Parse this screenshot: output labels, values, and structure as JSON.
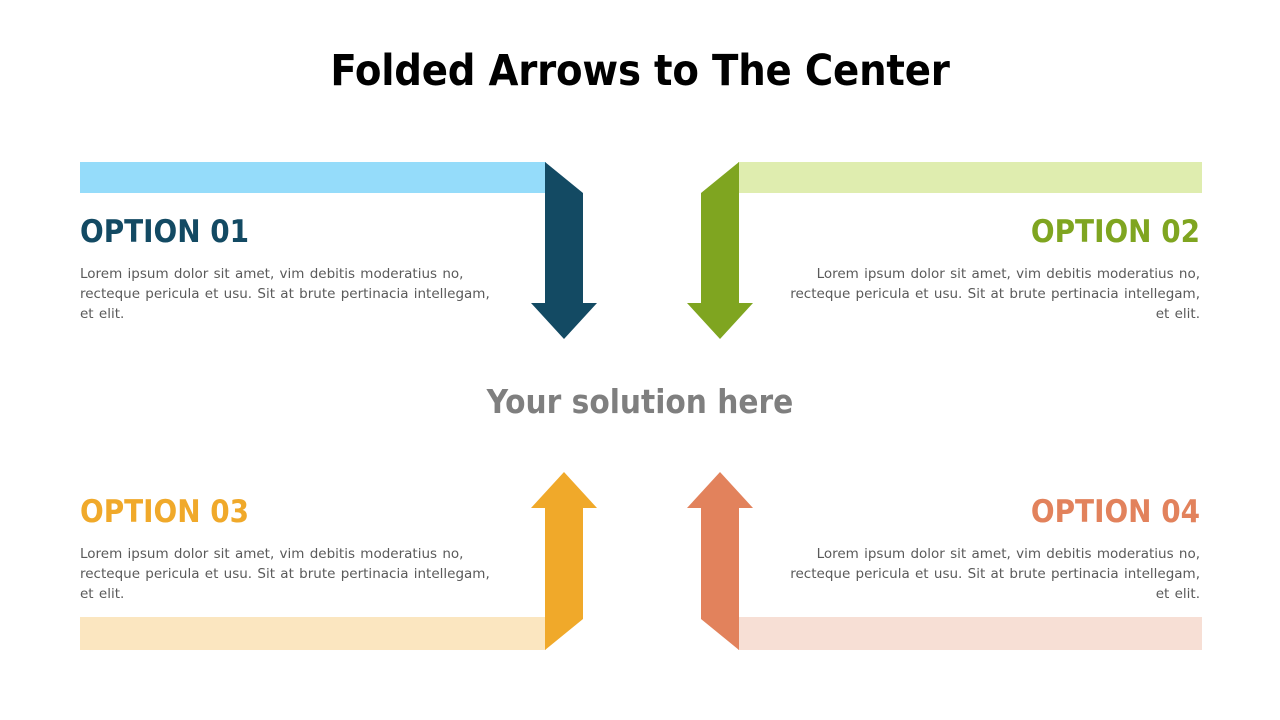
{
  "slide": {
    "title": "Folded Arrows to The Center",
    "center_label": "Your solution here",
    "background_color": "#FFFFFF",
    "title_color": "#000000",
    "center_label_color": "#7F7F7F",
    "body_text_color": "#5A5A5A"
  },
  "options": [
    {
      "id": "option-01",
      "title": "OPTION 01",
      "body": "Lorem ipsum dolor sit amet, vim debitis moderatius no, recteque pericula et usu. Sit at brute pertinacia intellegam, et elit.",
      "position": "top-left",
      "text_align": "left",
      "arrow_direction": "down",
      "accent_color": "#134A63",
      "bar_color": "#95DCFA"
    },
    {
      "id": "option-02",
      "title": "OPTION 02",
      "body": "Lorem ipsum dolor sit amet, vim debitis moderatius no, recteque pericula et usu. Sit at brute pertinacia intellegam, et elit.",
      "position": "top-right",
      "text_align": "right",
      "arrow_direction": "down",
      "accent_color": "#7FA520",
      "bar_color": "#DFEDAF"
    },
    {
      "id": "option-03",
      "title": "OPTION 03",
      "body": "Lorem ipsum dolor sit amet, vim debitis moderatius no, recteque pericula et usu. Sit at brute pertinacia intellegam, et elit.",
      "position": "bottom-left",
      "text_align": "left",
      "arrow_direction": "up",
      "accent_color": "#F0A92A",
      "bar_color": "#FBE6C0"
    },
    {
      "id": "option-04",
      "title": "OPTION 04",
      "body": "Lorem ipsum dolor sit amet, vim debitis moderatius no, recteque pericula et usu. Sit at brute pertinacia intellegam, et elit.",
      "position": "bottom-right",
      "text_align": "right",
      "arrow_direction": "up",
      "accent_color": "#E2825C",
      "bar_color": "#F7DFD5"
    }
  ]
}
